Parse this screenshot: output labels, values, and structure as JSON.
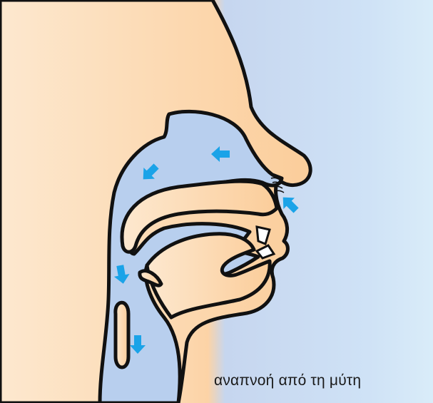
{
  "caption": "αναπνοή από τη μύτη",
  "colors": {
    "skin_light": "#fdf2e6",
    "skin": "#fcd5a8",
    "air_light": "#d6e8f8",
    "air": "#bcd3ee",
    "outline": "#111111",
    "arrow": "#1aa3e8"
  },
  "arrows": [
    {
      "name": "airflow-arrow-nose-entry",
      "direction": "up-left"
    },
    {
      "name": "airflow-arrow-nasal-cavity",
      "direction": "left"
    },
    {
      "name": "airflow-arrow-nasopharynx",
      "direction": "down-left"
    },
    {
      "name": "airflow-arrow-pharynx",
      "direction": "down"
    },
    {
      "name": "airflow-arrow-trachea",
      "direction": "down"
    }
  ]
}
